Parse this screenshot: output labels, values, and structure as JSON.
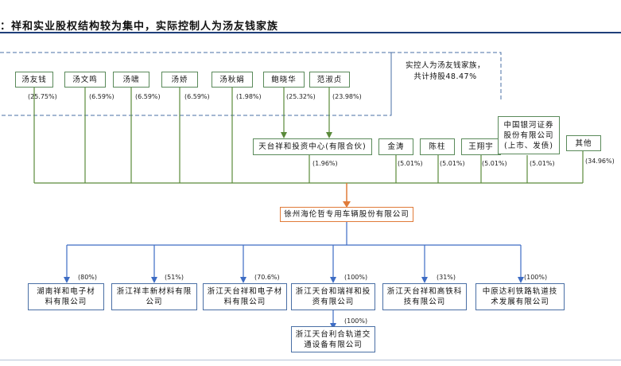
{
  "title": "：祥和实业股权结构较为集中，实际控制人为汤友钱家族",
  "note": {
    "line1": "实控人为汤友钱家族，",
    "line2": "共计持股48.47%"
  },
  "shareholders": [
    {
      "name": "汤友钱",
      "pct": "(25.75%)"
    },
    {
      "name": "汤文鸣",
      "pct": "(6.59%)"
    },
    {
      "name": "汤啸",
      "pct": "(6.59%)"
    },
    {
      "name": "汤娇",
      "pct": "(6.59%)"
    },
    {
      "name": "汤秋娟",
      "pct": "(1.98%)"
    },
    {
      "name": "鲍晓华",
      "pct": "(25.32%)"
    },
    {
      "name": "范淑贞",
      "pct": "(23.98%)"
    }
  ],
  "holding_center": {
    "name": "天台祥和投资中心(有限合伙)",
    "pct": "(1.96%)"
  },
  "others": [
    {
      "name": "金涛",
      "pct": "(5.01%)"
    },
    {
      "name": "陈柱",
      "pct": "(5.01%)"
    },
    {
      "name": "王翔宇",
      "pct": "(5.01%)"
    },
    {
      "name_l1": "中国银河证券",
      "name_l2": "股份有限公司",
      "name_l3": "(上市、发债)",
      "pct": "(5.01%)"
    },
    {
      "name": "其他",
      "pct": "(34.96%)"
    }
  ],
  "company": "徐州海伦哲专用车辆股份有限公司",
  "subsidiaries": [
    {
      "l1": "湖南祥和电子材",
      "l2": "料有限公司",
      "pct": "(80%)"
    },
    {
      "l1": "浙江祥丰新材料有限",
      "l2": "公司",
      "pct": "(51%)"
    },
    {
      "l1": "浙江天台祥和电子材",
      "l2": "料有限公司",
      "pct": "(70.6%)"
    },
    {
      "l1": "浙江天台和瑞祥和投",
      "l2": "资有限公司",
      "pct": "(100%)"
    },
    {
      "l1": "浙江天台祥和高铁科",
      "l2": "技有限公司",
      "pct": "(31%)"
    },
    {
      "l1": "中原达利铁路轨道技",
      "l2": "术发展有限公司",
      "pct": "(100%)"
    }
  ],
  "sub_sub": {
    "l1": "浙江天台利合轨道交",
    "l2": "通设备有限公司",
    "pct": "(100%)"
  },
  "colors": {
    "green_line": "#5a8a3a",
    "blue_line": "#3d6cc4",
    "orange_line": "#e07b39",
    "dashed": "#4a6fa5",
    "rule": "#1f3f7a"
  }
}
